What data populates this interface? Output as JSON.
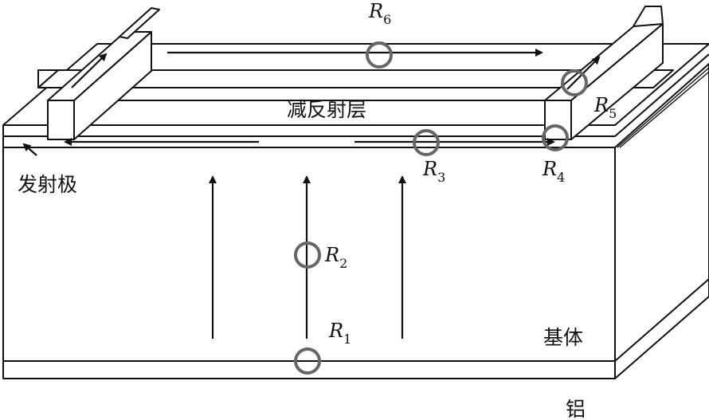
{
  "labels": {
    "anti_reflection_layer": "减反射层",
    "emitter": "发射极",
    "substrate": "基体",
    "aluminum": "铝"
  },
  "resistances": [
    {
      "symbol": "R",
      "sub": "1"
    },
    {
      "symbol": "R",
      "sub": "2"
    },
    {
      "symbol": "R",
      "sub": "3"
    },
    {
      "symbol": "R",
      "sub": "4"
    },
    {
      "symbol": "R",
      "sub": "5"
    },
    {
      "symbol": "R",
      "sub": "6"
    }
  ],
  "colors": {
    "line": "#111111",
    "marker": "#666666",
    "background": "#ffffff"
  }
}
